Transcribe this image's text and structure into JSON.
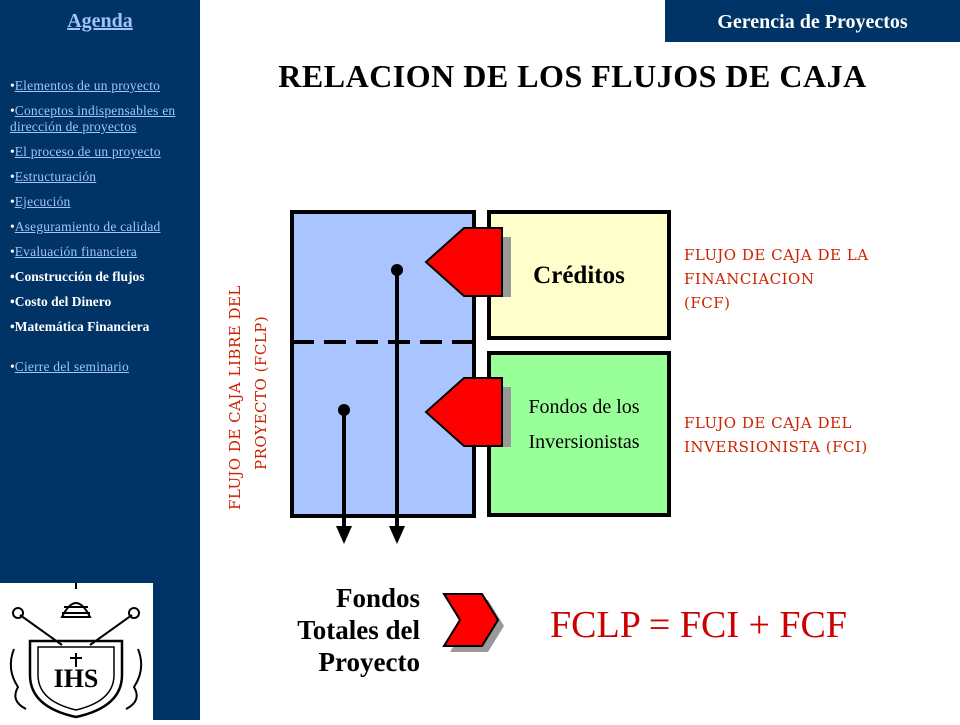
{
  "sidebar": {
    "agenda_title": "Agenda",
    "items": [
      {
        "label": "Elementos de un proyecto",
        "link": true
      },
      {
        "label": "Conceptos indispensables en dirección de proyectos",
        "link": true
      },
      {
        "label": "El proceso de un proyecto",
        "link": true
      },
      {
        "label": "Estructuración",
        "link": true
      },
      {
        "label": "Ejecución",
        "link": true
      },
      {
        "label": "Aseguramiento de calidad",
        "link": true
      },
      {
        "label": "Evaluación financiera",
        "link": true
      },
      {
        "label": "Construcción de flujos",
        "link": false
      },
      {
        "label": "Costo del Dinero",
        "link": false
      },
      {
        "label": "Matemática Financiera",
        "link": false
      },
      {
        "label": "Cierre del seminario",
        "link": true
      }
    ],
    "logo_text": "IHS"
  },
  "header": {
    "brand": "Gerencia de Proyectos"
  },
  "slide": {
    "title": "RELACION DE LOS FLUJOS DE CAJA",
    "creditos": "Créditos",
    "fondos_line1": "Fondos de los",
    "fondos_line2": "Inversionistas",
    "vertical_line1": "FLUJO DE CAJA LIBRE DEL",
    "vertical_line2": "PROYECTO   (FCLP)",
    "fcf_label": [
      "FLUJO DE CAJA DE LA",
      "FINANCIACION",
      "(FCF)"
    ],
    "fci_label": [
      "FLUJO DE CAJA DEL",
      "INVERSIONISTA  (FCI)"
    ],
    "bottom_label": [
      "Fondos",
      "Totales del",
      "Proyecto"
    ],
    "equation": "FCLP = FCI + FCF"
  },
  "colors": {
    "sidebar": "#003366",
    "link": "#9fc4ff",
    "blue_box": "#a9c4ff",
    "yellow_box": "#ffffcc",
    "green_box": "#99ff99",
    "arrow_red": "#ff0000",
    "label_red": "#cc2200"
  }
}
